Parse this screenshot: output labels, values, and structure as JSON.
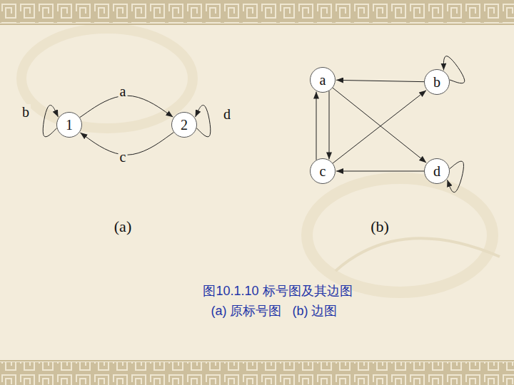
{
  "diagram": {
    "caption": "图10.1.10 标号图及其边图",
    "nodes": [
      {
        "text": [
          "1"
        ]
      },
      {
        "text": [
          "2"
        ]
      },
      {
        "text": [
          "a"
        ]
      },
      {
        "text": [
          "b"
        ]
      },
      {
        "text": [
          "c"
        ]
      },
      {
        "text": [
          "d"
        ]
      }
    ],
    "edges": [
      {
        "from": 0,
        "to": 1,
        "label": "a",
        "arrow": "to"
      },
      {
        "from": 1,
        "to": 0,
        "label": "c",
        "arrow": "to"
      },
      {
        "from": 0,
        "to": 0,
        "label": "b",
        "arrow": "to"
      },
      {
        "from": 1,
        "to": 1,
        "label": "d",
        "arrow": "to"
      },
      {
        "from": 3,
        "to": 2,
        "arrow": "to"
      },
      {
        "from": 2,
        "to": 4,
        "arrow": "to"
      },
      {
        "from": 4,
        "to": 2,
        "arrow": "to"
      },
      {
        "from": 2,
        "to": 5,
        "arrow": "to"
      },
      {
        "from": 4,
        "to": 3,
        "arrow": "to"
      },
      {
        "from": 5,
        "to": 4,
        "arrow": "to"
      },
      {
        "from": 3,
        "to": 3,
        "arrow": "to"
      },
      {
        "from": 5,
        "to": 5,
        "arrow": "to"
      }
    ],
    "labels": [
      "(a)",
      "(b)",
      "(a) 原标号图   (b) 边图"
    ]
  }
}
